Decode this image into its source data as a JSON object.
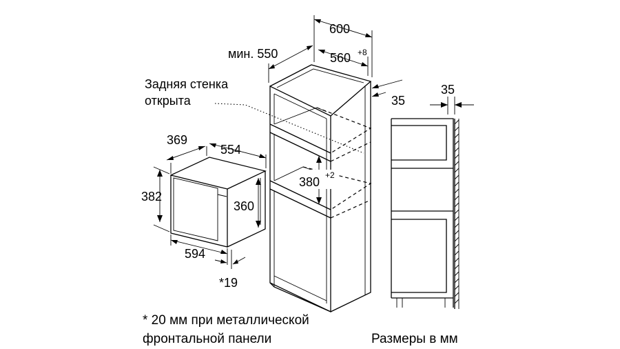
{
  "labels": {
    "width_600": "600",
    "min_550": "мин. 550",
    "d_560": "560",
    "d_560_tol": "+8",
    "d_35_cabinet": "35",
    "d_35_side": "35",
    "rear_wall_line1": "Задняя стенка",
    "rear_wall_line2": "открыта",
    "oven_369": "369",
    "oven_554": "554",
    "oven_382": "382",
    "oven_360": "360",
    "oven_594": "594",
    "oven_19": "*19",
    "niche_380": "380",
    "niche_380_tol": "+2"
  },
  "notes": {
    "footnote_line1": "* 20 мм при металлической",
    "footnote_line2": "фронтальной панели",
    "units": "Размеры в мм"
  }
}
